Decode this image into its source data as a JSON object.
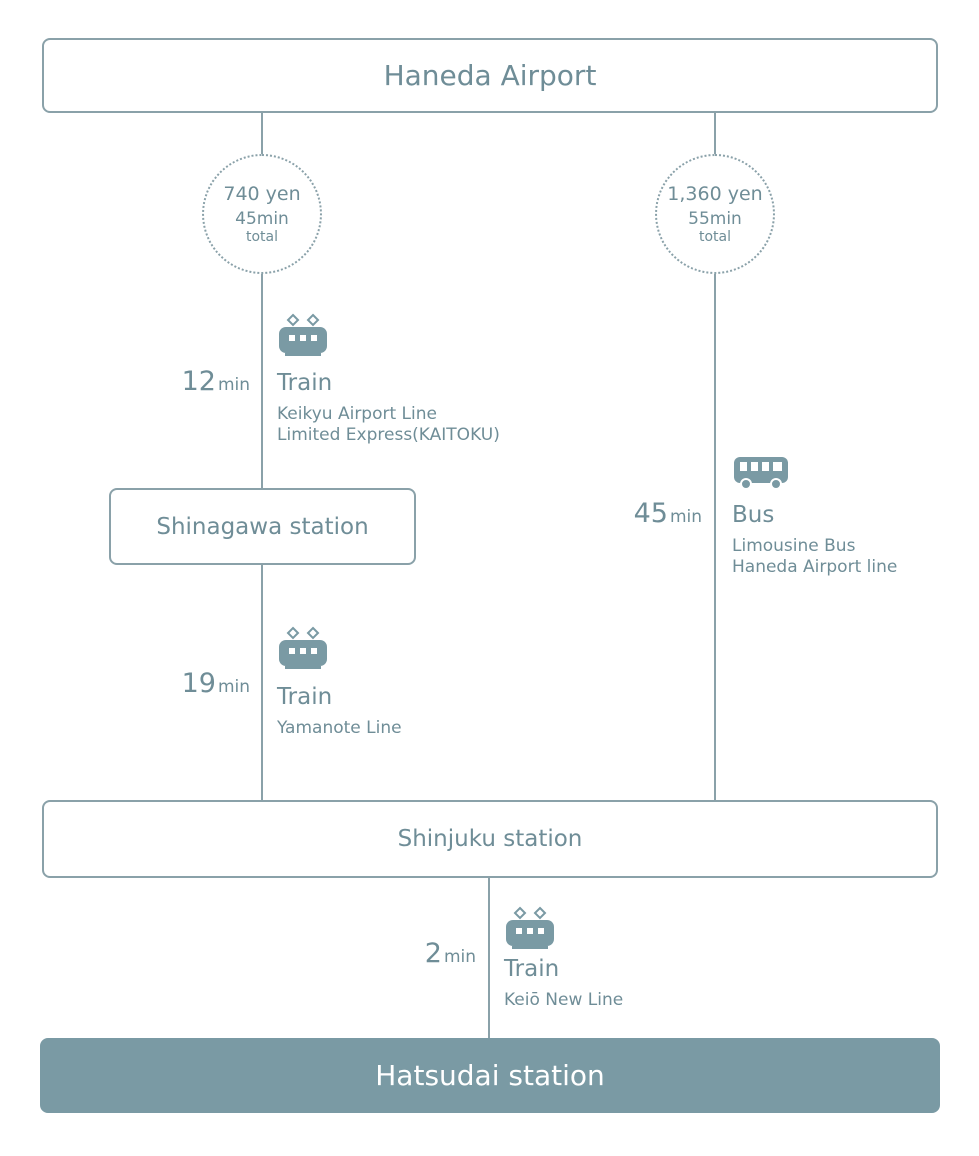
{
  "stations": {
    "origin": "Haneda Airport",
    "transfer": "Shinagawa station",
    "junction": "Shinjuku station",
    "destination": "Hatsudai station"
  },
  "routes": {
    "train_route": {
      "fare": "740 yen",
      "time": "45min",
      "total_label": "total"
    },
    "bus_route": {
      "fare": "1,360 yen",
      "time": "55min",
      "total_label": "total"
    }
  },
  "legs": [
    {
      "duration": "12",
      "unit": "min",
      "mode": "Train",
      "icon": "train-icon",
      "line1": "Keikyu Airport Line",
      "line2": "Limited Express(KAITOKU)"
    },
    {
      "duration": "19",
      "unit": "min",
      "mode": "Train",
      "icon": "train-icon",
      "line1": "Yamanote Line"
    },
    {
      "duration": "45",
      "unit": "min",
      "mode": "Bus",
      "icon": "bus-icon",
      "line1": "Limousine Bus",
      "line2": "Haneda Airport line"
    },
    {
      "duration": "2",
      "unit": "min",
      "mode": "Train",
      "icon": "train-icon",
      "line1": "Keiō New Line"
    }
  ],
  "colors": {
    "accent": "#7a9aa4",
    "line": "#8aa1a9",
    "text": "#6f8d97",
    "destination_fill": "#7a9aa4"
  }
}
